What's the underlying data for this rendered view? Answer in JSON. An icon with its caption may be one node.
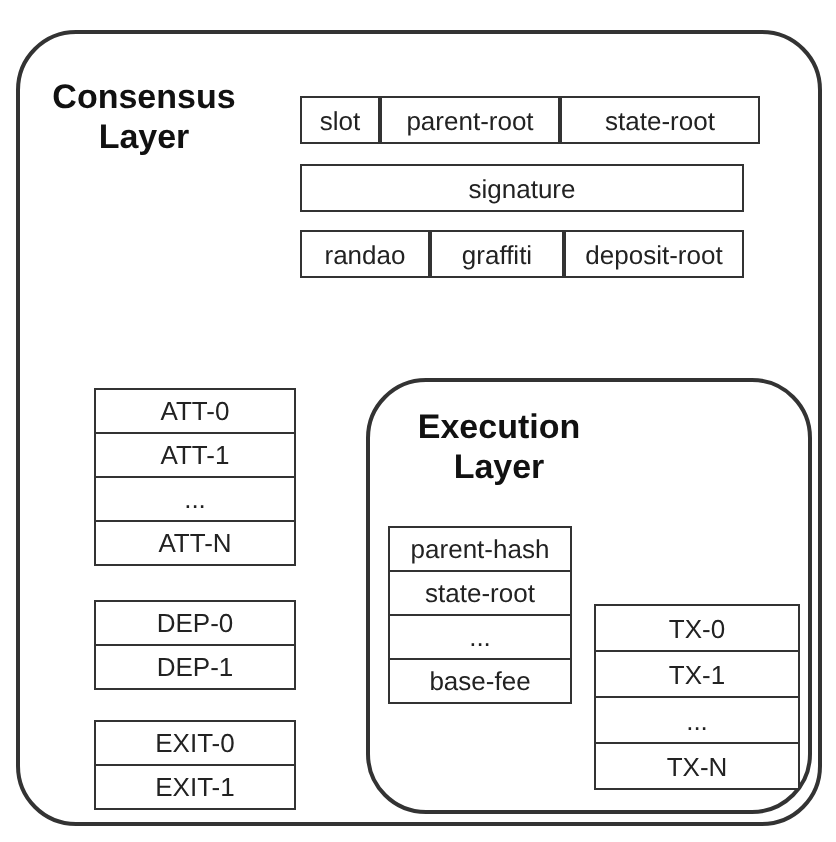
{
  "diagram": {
    "nodes": [
      {
        "text": [
          "Consensus Layer"
        ]
      },
      {
        "text": [
          "slot"
        ],
        "in": 0
      },
      {
        "text": [
          "parent-root"
        ],
        "in": 0
      },
      {
        "text": [
          "state-root"
        ],
        "in": 0
      },
      {
        "text": [
          "signature"
        ],
        "in": 0
      },
      {
        "text": [
          "randao"
        ],
        "in": 0
      },
      {
        "text": [
          "graffiti"
        ],
        "in": 0
      },
      {
        "text": [
          "deposit-root"
        ],
        "in": 0
      },
      {
        "text": [
          "ATT-0"
        ],
        "in": 0
      },
      {
        "text": [
          "ATT-1"
        ],
        "in": 0
      },
      {
        "text": [
          "..."
        ],
        "in": 0
      },
      {
        "text": [
          "ATT-N"
        ],
        "in": 0
      },
      {
        "text": [
          "DEP-0"
        ],
        "in": 0
      },
      {
        "text": [
          "DEP-1"
        ],
        "in": 0
      },
      {
        "text": [
          "EXIT-0"
        ],
        "in": 0
      },
      {
        "text": [
          "EXIT-1"
        ],
        "in": 0
      },
      {
        "text": [
          "Execution Layer"
        ],
        "in": 0
      },
      {
        "text": [
          "parent-hash"
        ],
        "in": 16
      },
      {
        "text": [
          "state-root"
        ],
        "in": 16
      },
      {
        "text": [
          "..."
        ],
        "in": 16
      },
      {
        "text": [
          "base-fee"
        ],
        "in": 16
      },
      {
        "text": [
          "TX-0"
        ],
        "in": 16
      },
      {
        "text": [
          "TX-1"
        ],
        "in": 16
      },
      {
        "text": [
          "..."
        ],
        "in": 16
      },
      {
        "text": [
          "TX-N"
        ],
        "in": 16
      }
    ],
    "edges": []
  }
}
